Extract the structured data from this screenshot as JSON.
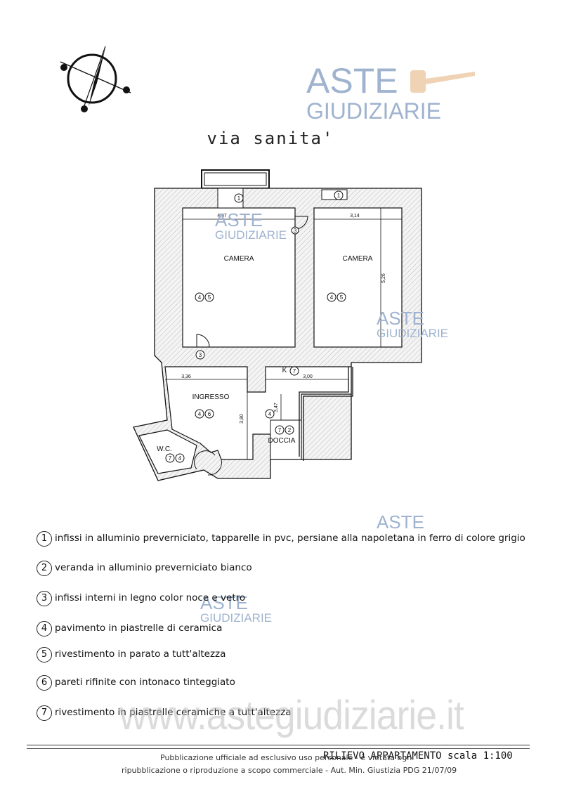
{
  "street_name": "via sanita'",
  "watermark": {
    "line1": "ASTE",
    "line2": "GIUDIZIARIE",
    "site": "www.astegiudiziarie.it",
    "color": "#9fb3cf",
    "gavel_color": "#f0d2b4"
  },
  "plan": {
    "rooms": [
      {
        "label": "CAMERA"
      },
      {
        "label": "CAMERA"
      },
      {
        "label": "INGRESSO"
      },
      {
        "label": "W.C."
      },
      {
        "label": "DOCCIA"
      },
      {
        "label": "K"
      }
    ],
    "dimensions": [
      "4,37",
      "3,14",
      "5,26",
      "3,36",
      "3,00",
      "3,80",
      "3,47"
    ],
    "markers": [
      "1",
      "1",
      "2",
      "3",
      "3",
      "4",
      "4",
      "4",
      "4",
      "4",
      "5",
      "5",
      "6",
      "7",
      "7",
      "7"
    ]
  },
  "legend": [
    {
      "num": "1",
      "text": "infissi in alluminio preverniciato, tapparelle in pvc, persiane alla napoletana in ferro di colore grigio"
    },
    {
      "num": "2",
      "text": "veranda in alluminio preverniciato bianco"
    },
    {
      "num": "3",
      "text": "infissi interni in legno color noce e vetro"
    },
    {
      "num": "4",
      "text": "pavimento in piastrelle di ceramica"
    },
    {
      "num": "5",
      "text": "rivestimento in parato a tutt'altezza"
    },
    {
      "num": "6",
      "text": "pareti rifinite con intonaco tinteggiato"
    },
    {
      "num": "7",
      "text": "rivestimento in piastrelle ceramiche a tutt'altezza"
    }
  ],
  "survey_title": "RILIEVO APPARTAMENTO scala 1:100",
  "footer": {
    "line1": "Pubblicazione ufficiale ad esclusivo uso personale - è vietata ogni",
    "line2": "ripubblicazione o riproduzione a scopo commerciale - Aut. Min. Giustizia PDG 21/07/09"
  }
}
